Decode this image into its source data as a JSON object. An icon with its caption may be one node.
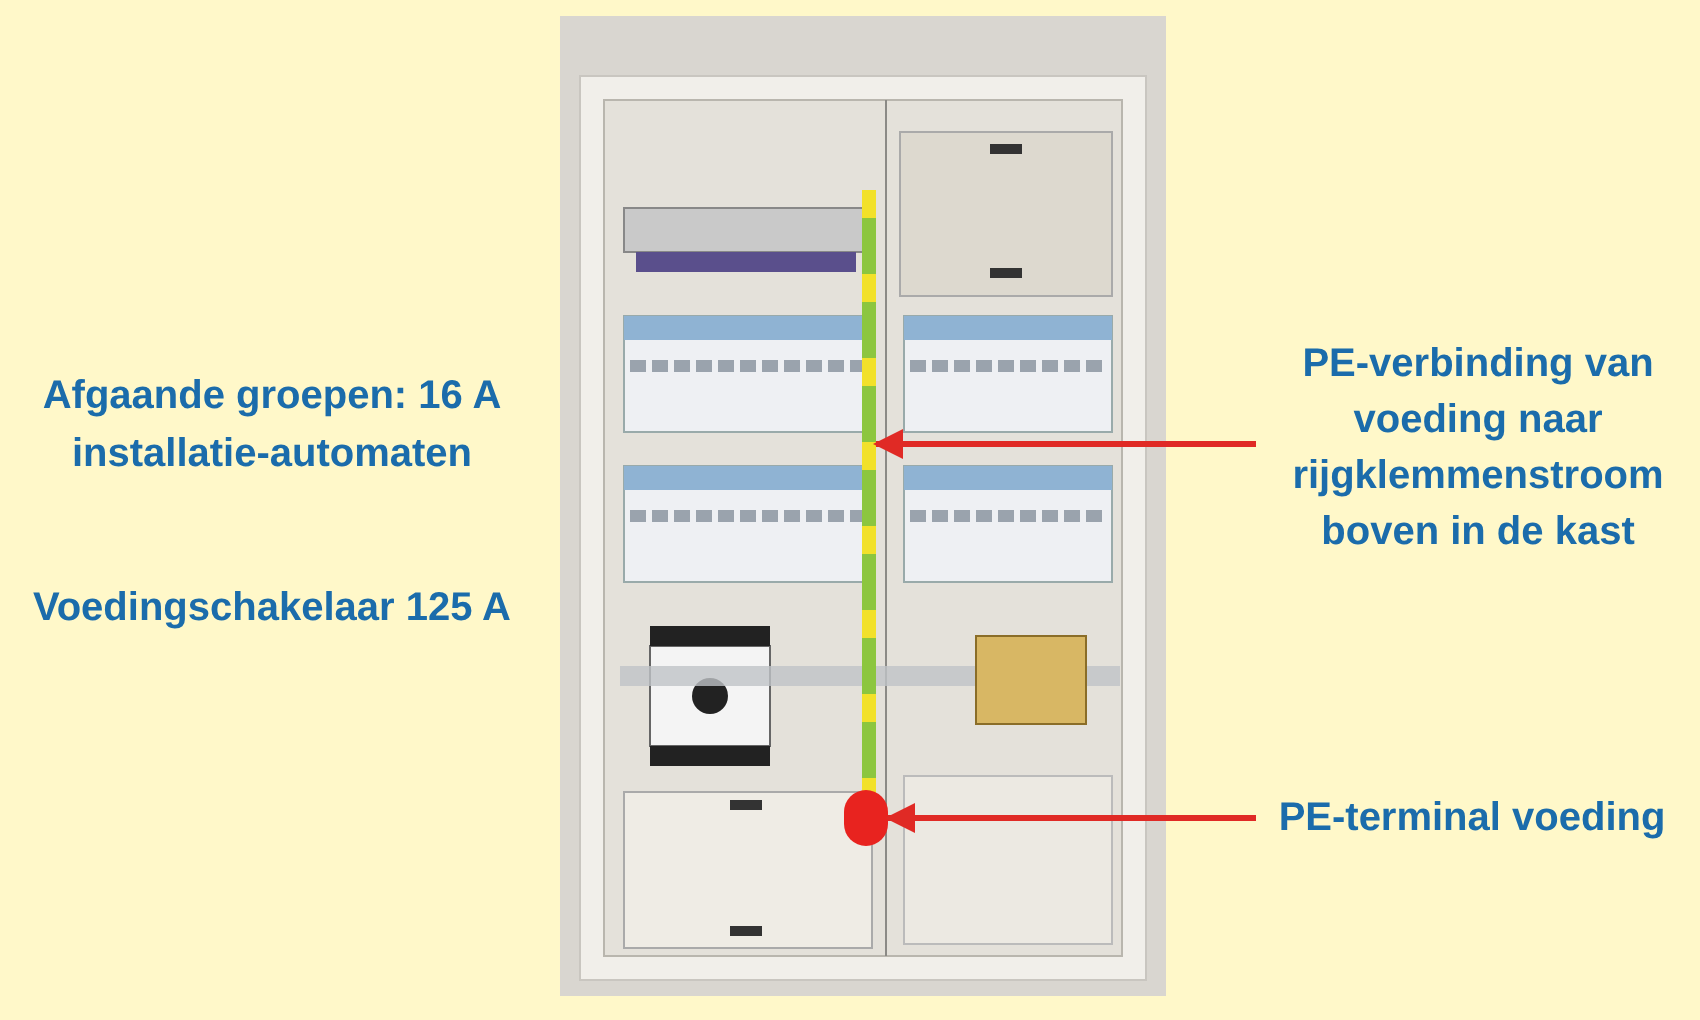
{
  "diagram": {
    "nodes": [
      {
        "text": [],
        "shape": "picture"
      },
      {
        "text": [],
        "shape": "bar",
        "in": 0
      },
      {
        "text": [],
        "shape": "circle",
        "in": 0
      },
      {
        "text": [
          "PE-verbinding van voeding naar rijgklemmenstroom boven in de kast"
        ]
      },
      {
        "text": [
          "PE-terminal voeding"
        ]
      }
    ],
    "edges": [
      {
        "from": 3,
        "to": 1,
        "arrow": "to"
      },
      {
        "from": 4,
        "to": 2,
        "arrow": "to"
      }
    ],
    "labels": [
      "Afgaande groepen: 16 A installatie-automaten",
      "Voedingschakelaar 125 A"
    ]
  }
}
